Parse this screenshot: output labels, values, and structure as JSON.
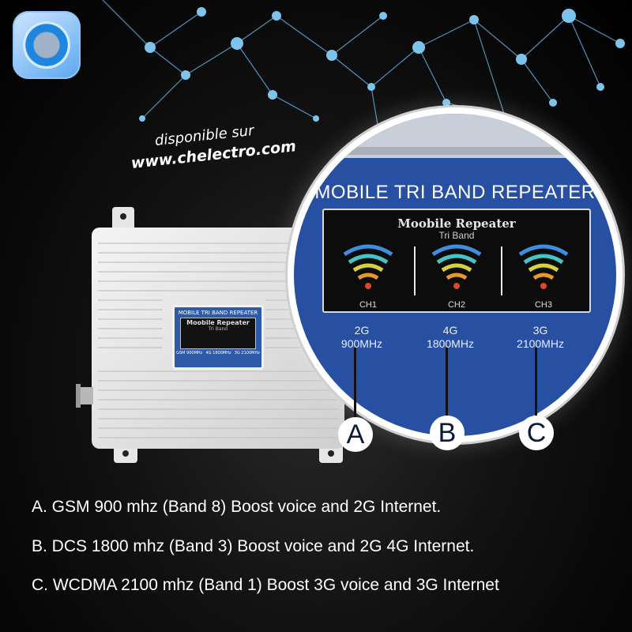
{
  "promo": {
    "line1": "disponible sur",
    "line2": "www.chelectro.com"
  },
  "panel_small": {
    "title": "MOBILE TRI BAND REPEATER",
    "subtitle": "Moobile Repeater",
    "tri": "Tri Band",
    "freqs": [
      "GSM 900MHz",
      "4G 1800MHz",
      "3G 2100MHz"
    ]
  },
  "panel": {
    "title": "MOBILE TRI BAND REPEATER",
    "screen_title": "Moobile Repeater",
    "screen_subtitle": "Tri Band",
    "channels": [
      "CH1",
      "CH2",
      "CH3"
    ],
    "bands": [
      {
        "gen": "2G",
        "freq": "900MHz"
      },
      {
        "gen": "4G",
        "freq": "1800MHz"
      },
      {
        "gen": "3G",
        "freq": "2100MHz"
      }
    ]
  },
  "markers": [
    "A",
    "B",
    "C"
  ],
  "descriptions": [
    "A. GSM 900 mhz (Band 8) Boost voice and 2G Internet.",
    "B. DCS 1800 mhz (Band 3) Boost voice and 2G 4G Internet.",
    "C. WCDMA 2100 mhz (Band 1) Boost 3G voice and 3G Internet"
  ],
  "colors": {
    "panel_blue": "#2750a3",
    "background": "#000000",
    "text": "#ffffff"
  }
}
